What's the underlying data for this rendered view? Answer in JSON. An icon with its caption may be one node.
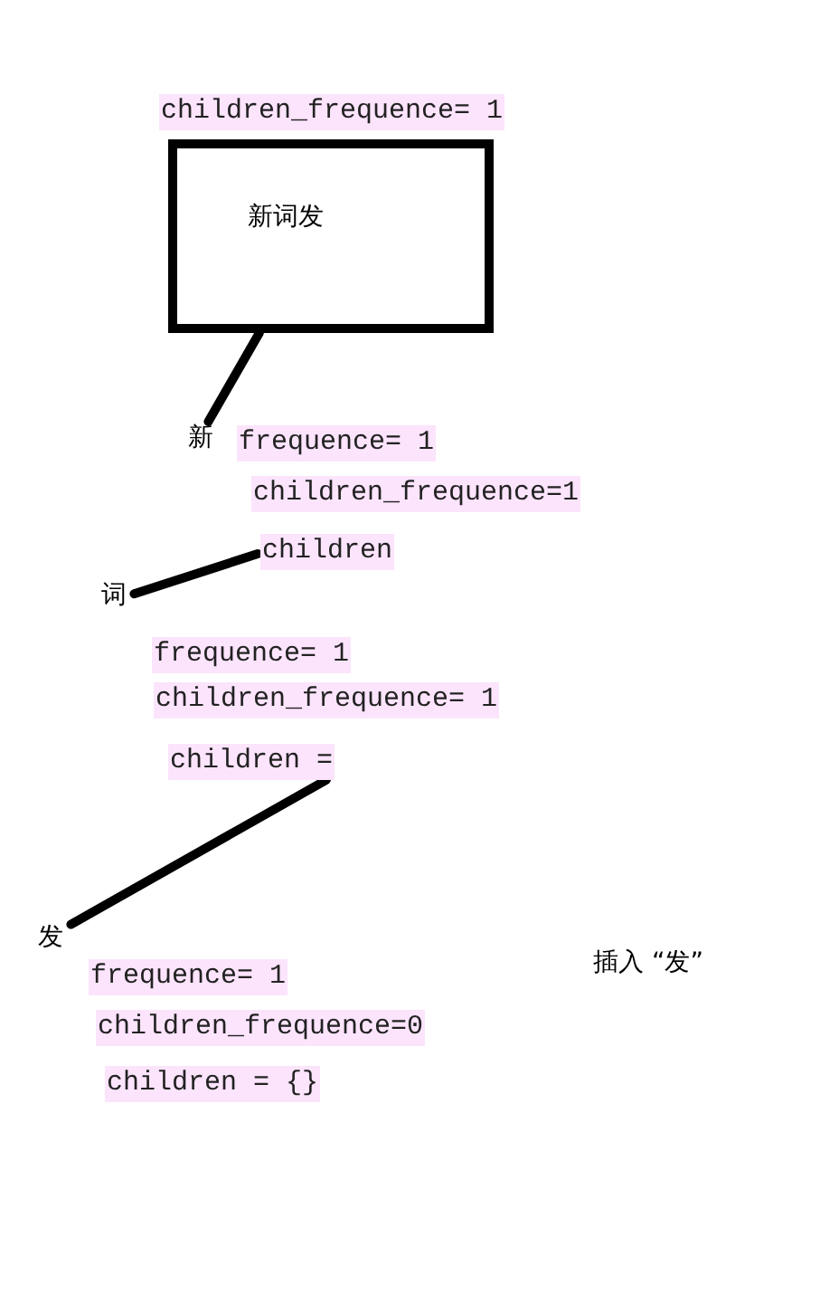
{
  "diagram": {
    "nodes": [
      {
        "text": [
          "新词发"
        ],
        "beside": [
          "children_frequence= 1"
        ]
      },
      {
        "text": [
          "新"
        ]
      },
      {
        "text": [
          "children"
        ]
      },
      {
        "text": [
          "词"
        ]
      },
      {
        "text": [
          "children ="
        ]
      },
      {
        "text": [
          "发"
        ]
      }
    ],
    "edges": [
      {
        "from": 0,
        "to": 1,
        "arrow": "none"
      },
      {
        "from": 2,
        "to": 3,
        "arrow": "none"
      },
      {
        "from": 4,
        "to": 5,
        "arrow": "none"
      }
    ],
    "labels": [
      "frequence= 1",
      "children_frequence=1",
      "frequence= 1",
      "children_frequence= 1",
      "frequence= 1",
      "children_frequence=0",
      "children = {}",
      "插入 “发”"
    ]
  }
}
